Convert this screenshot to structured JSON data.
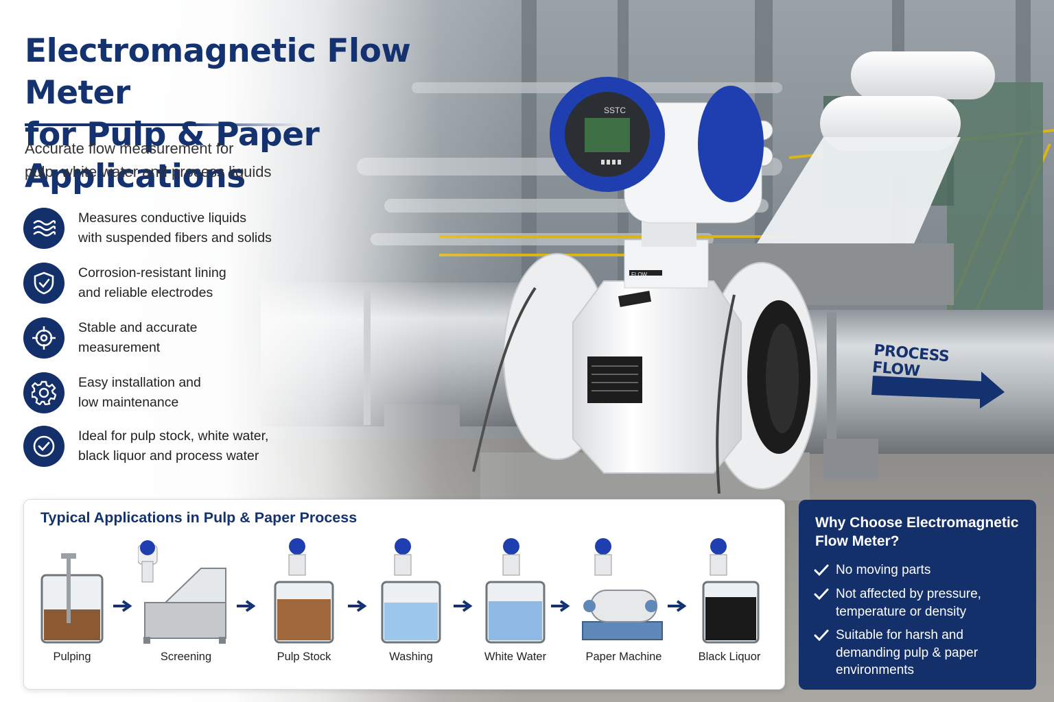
{
  "header": {
    "title_line1": "Electromagnetic Flow Meter",
    "title_line2": "for Pulp & Paper Applications",
    "subtitle_line1": "Accurate flow measurement for",
    "subtitle_line2": "pulp, white water and process liquids"
  },
  "features": [
    {
      "icon": "waves-icon",
      "line1": "Measures conductive liquids",
      "line2": "with suspended fibers and solids"
    },
    {
      "icon": "shield-check-icon",
      "line1": "Corrosion-resistant lining",
      "line2": "and reliable electrodes"
    },
    {
      "icon": "crosshair-icon",
      "line1": "Stable and accurate",
      "line2": "measurement"
    },
    {
      "icon": "gear-icon",
      "line1": "Easy installation and",
      "line2": "low maintenance"
    },
    {
      "icon": "check-circle-icon",
      "line1": "Ideal for pulp stock, white water,",
      "line2": "black liquor and process water"
    }
  ],
  "scene": {
    "process_flow_label": "PROCESS FLOW",
    "meter_brand": "SSTC",
    "flow_plate": "FLOW"
  },
  "applications": {
    "title": "Typical Applications in Pulp & Paper Process",
    "stages": [
      "Pulping",
      "Screening",
      "Pulp Stock",
      "Washing",
      "White Water",
      "Paper Machine",
      "Black Liquor"
    ]
  },
  "why": {
    "title_line1": "Why Choose Electromagnetic",
    "title_line2": "Flow Meter?",
    "items": [
      {
        "line1": "No moving parts",
        "line2": "",
        "line3": ""
      },
      {
        "line1": "Not affected by pressure,",
        "line2": "temperature or density",
        "line3": ""
      },
      {
        "line1": "Suitable for harsh and",
        "line2": "demanding pulp & paper",
        "line3": "environments"
      }
    ]
  },
  "colors": {
    "navy": "#13306b",
    "brand_blue": "#1f3fb0",
    "meter_white": "#f4f5f6",
    "pipe_grey": "#b9bec3"
  }
}
